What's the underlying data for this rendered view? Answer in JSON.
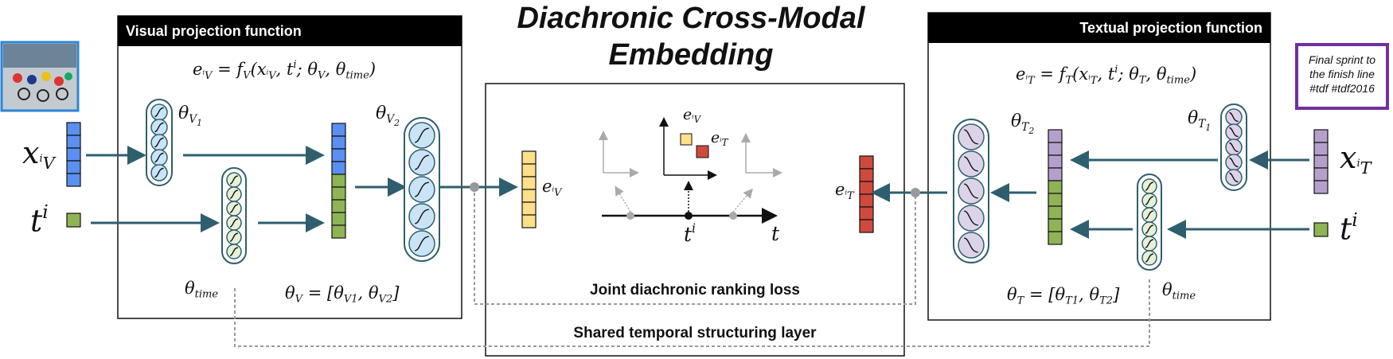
{
  "title": {
    "line1": "Diachronic Cross-Modal",
    "line2": "Embedding"
  },
  "visual_panel": {
    "title": "Visual projection function",
    "equation": {
      "lhs_base": "e",
      "lhs_sub": "V",
      "lhs_sup": "i",
      "rhs_f": "f",
      "rhs_f_sub": "V",
      "args": "(x",
      "args_sub": "V",
      "args_sup": "i",
      "args_rest": ", t",
      "args_rest_sup": "i",
      "params": "; θ",
      "params_sub1": "V",
      "params_mid": ", θ",
      "params_sub2": "time",
      "close": ")"
    },
    "input_x": {
      "base": "x",
      "sup": "i",
      "sub": "V"
    },
    "input_t": {
      "base": "t",
      "sup": "i"
    },
    "theta_v1": {
      "base": "θ",
      "sub": "V",
      "subsub": "1"
    },
    "theta_v2": {
      "base": "θ",
      "sub": "V",
      "subsub": "2"
    },
    "theta_time": {
      "base": "θ",
      "sub": "time"
    },
    "param_eq": {
      "lhs": "θ",
      "lhs_sub": "V",
      "rhs": " = [θ",
      "rhs_sub1": "V",
      "rhs_subsub1": "1",
      "rhs_mid": ", θ",
      "rhs_sub2": "V",
      "rhs_subsub2": "2",
      "close": "]"
    }
  },
  "textual_panel": {
    "title": "Textual projection function",
    "equation": {
      "lhs_base": "e",
      "lhs_sub": "T",
      "lhs_sup": "i",
      "rhs_f": "f",
      "rhs_f_sub": "T",
      "args": "(x",
      "args_sub": "T",
      "args_sup": "i",
      "args_rest": ", t",
      "args_rest_sup": "i",
      "params": "; θ",
      "params_sub1": "T",
      "params_mid": ", θ",
      "params_sub2": "time",
      "close": ")"
    },
    "input_x": {
      "base": "x",
      "sup": "i",
      "sub": "T"
    },
    "input_t": {
      "base": "t",
      "sup": "i"
    },
    "theta_t1": {
      "base": "θ",
      "sub": "T",
      "subsub": "1"
    },
    "theta_t2": {
      "base": "θ",
      "sub": "T",
      "subsub": "2"
    },
    "theta_time": {
      "base": "θ",
      "sub": "time"
    },
    "param_eq": {
      "lhs": "θ",
      "lhs_sub": "T",
      "rhs": " = [θ",
      "rhs_sub1": "T",
      "rhs_subsub1": "1",
      "rhs_mid": ", θ",
      "rhs_sub2": "T",
      "rhs_subsub2": "2",
      "close": "]"
    }
  },
  "center": {
    "e_v": {
      "base": "e",
      "sup": "i",
      "sub": "V"
    },
    "e_t": {
      "base": "e",
      "sup": "i",
      "sub": "T"
    },
    "axis_t_label": "t",
    "ti_label": {
      "base": "t",
      "sup": "i"
    },
    "ranking_loss": "Joint diachronic ranking loss",
    "shared_layer": "Shared temporal structuring layer"
  },
  "caption": {
    "line1": "Final sprint to",
    "line2": "the finish line",
    "line3": "#tdf #tdf2016"
  },
  "colors": {
    "blue_cell": "#5b8ff0",
    "green_cell": "#8fb455",
    "purple_cell": "#b5a0cc",
    "yellow_cell": "#ffe08a",
    "red_cell": "#cf4a3c",
    "arrow": "#2f5f6e",
    "neuron_blue": "#c9e3f7",
    "neuron_green": "#e6f1d8",
    "neuron_purple": "#ddd3e8",
    "caption_border": "#7030a0",
    "photo_border": "#2e86d6"
  },
  "icons": {
    "photo": "cycling-race-photo-icon"
  }
}
